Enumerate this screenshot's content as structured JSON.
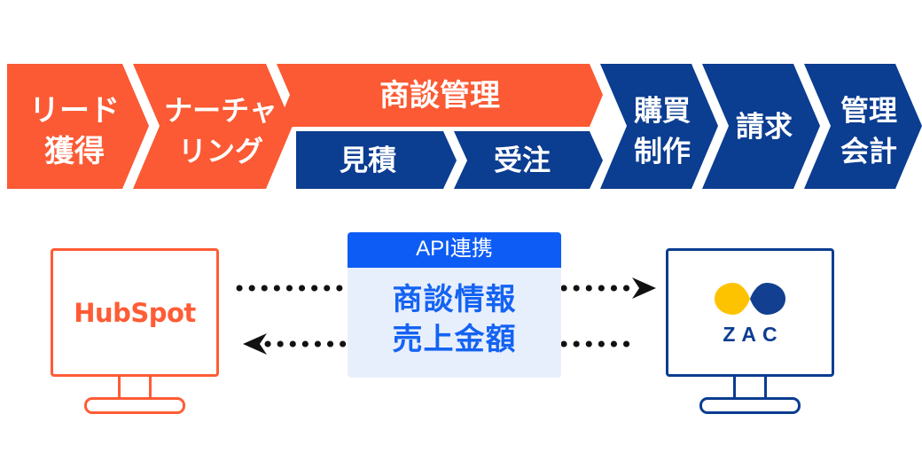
{
  "colors": {
    "orange": "#fb5a34",
    "blue": "#0b3d91",
    "bright_blue": "#0d5cf5",
    "panel_body": "#e8effc",
    "panel_text": "#1463f3",
    "hubspot_orange": "#ff5c35",
    "zac_blue": "#0b3d91",
    "zac_yellow": "#fdc300",
    "arrow_black": "#111111",
    "background": "#ffffff"
  },
  "process_band": {
    "stages": [
      {
        "id": "lead",
        "label_line1": "リード",
        "label_line2": "獲得",
        "color": "#fb5a34"
      },
      {
        "id": "nurturing",
        "label_line1": "ナーチャ",
        "label_line2": "リング",
        "color": "#fb5a34"
      },
      {
        "id": "deal-management",
        "label_line1": "商談管理",
        "label_line2": "",
        "color": "#fb5a34"
      },
      {
        "id": "purchase-production",
        "label_line1": "購買",
        "label_line2": "制作",
        "color": "#0b3d91"
      },
      {
        "id": "billing",
        "label_line1": "請求",
        "label_line2": "",
        "color": "#0b3d91"
      },
      {
        "id": "management-accounting",
        "label_line1": "管理",
        "label_line2": "会計",
        "color": "#0b3d91"
      }
    ],
    "sub_stages": [
      {
        "id": "quotation",
        "label": "見積",
        "color": "#0b3d91"
      },
      {
        "id": "order",
        "label": "受注",
        "color": "#0b3d91"
      }
    ]
  },
  "integration": {
    "left_system": {
      "name": "HubSpot",
      "wordmark": "HubSpot",
      "accent_color": "#ff5c35"
    },
    "right_system": {
      "name": "ZAC",
      "wordmark": "ZAC",
      "accent_color": "#0b3d91"
    },
    "api_panel": {
      "header": "API連携",
      "items": [
        "商談情報",
        "売上金額"
      ]
    },
    "arrows": [
      {
        "id": "hubspot-to-zac",
        "direction": "right",
        "style": "dotted"
      },
      {
        "id": "zac-to-hubspot",
        "direction": "left",
        "style": "dotted"
      }
    ]
  }
}
